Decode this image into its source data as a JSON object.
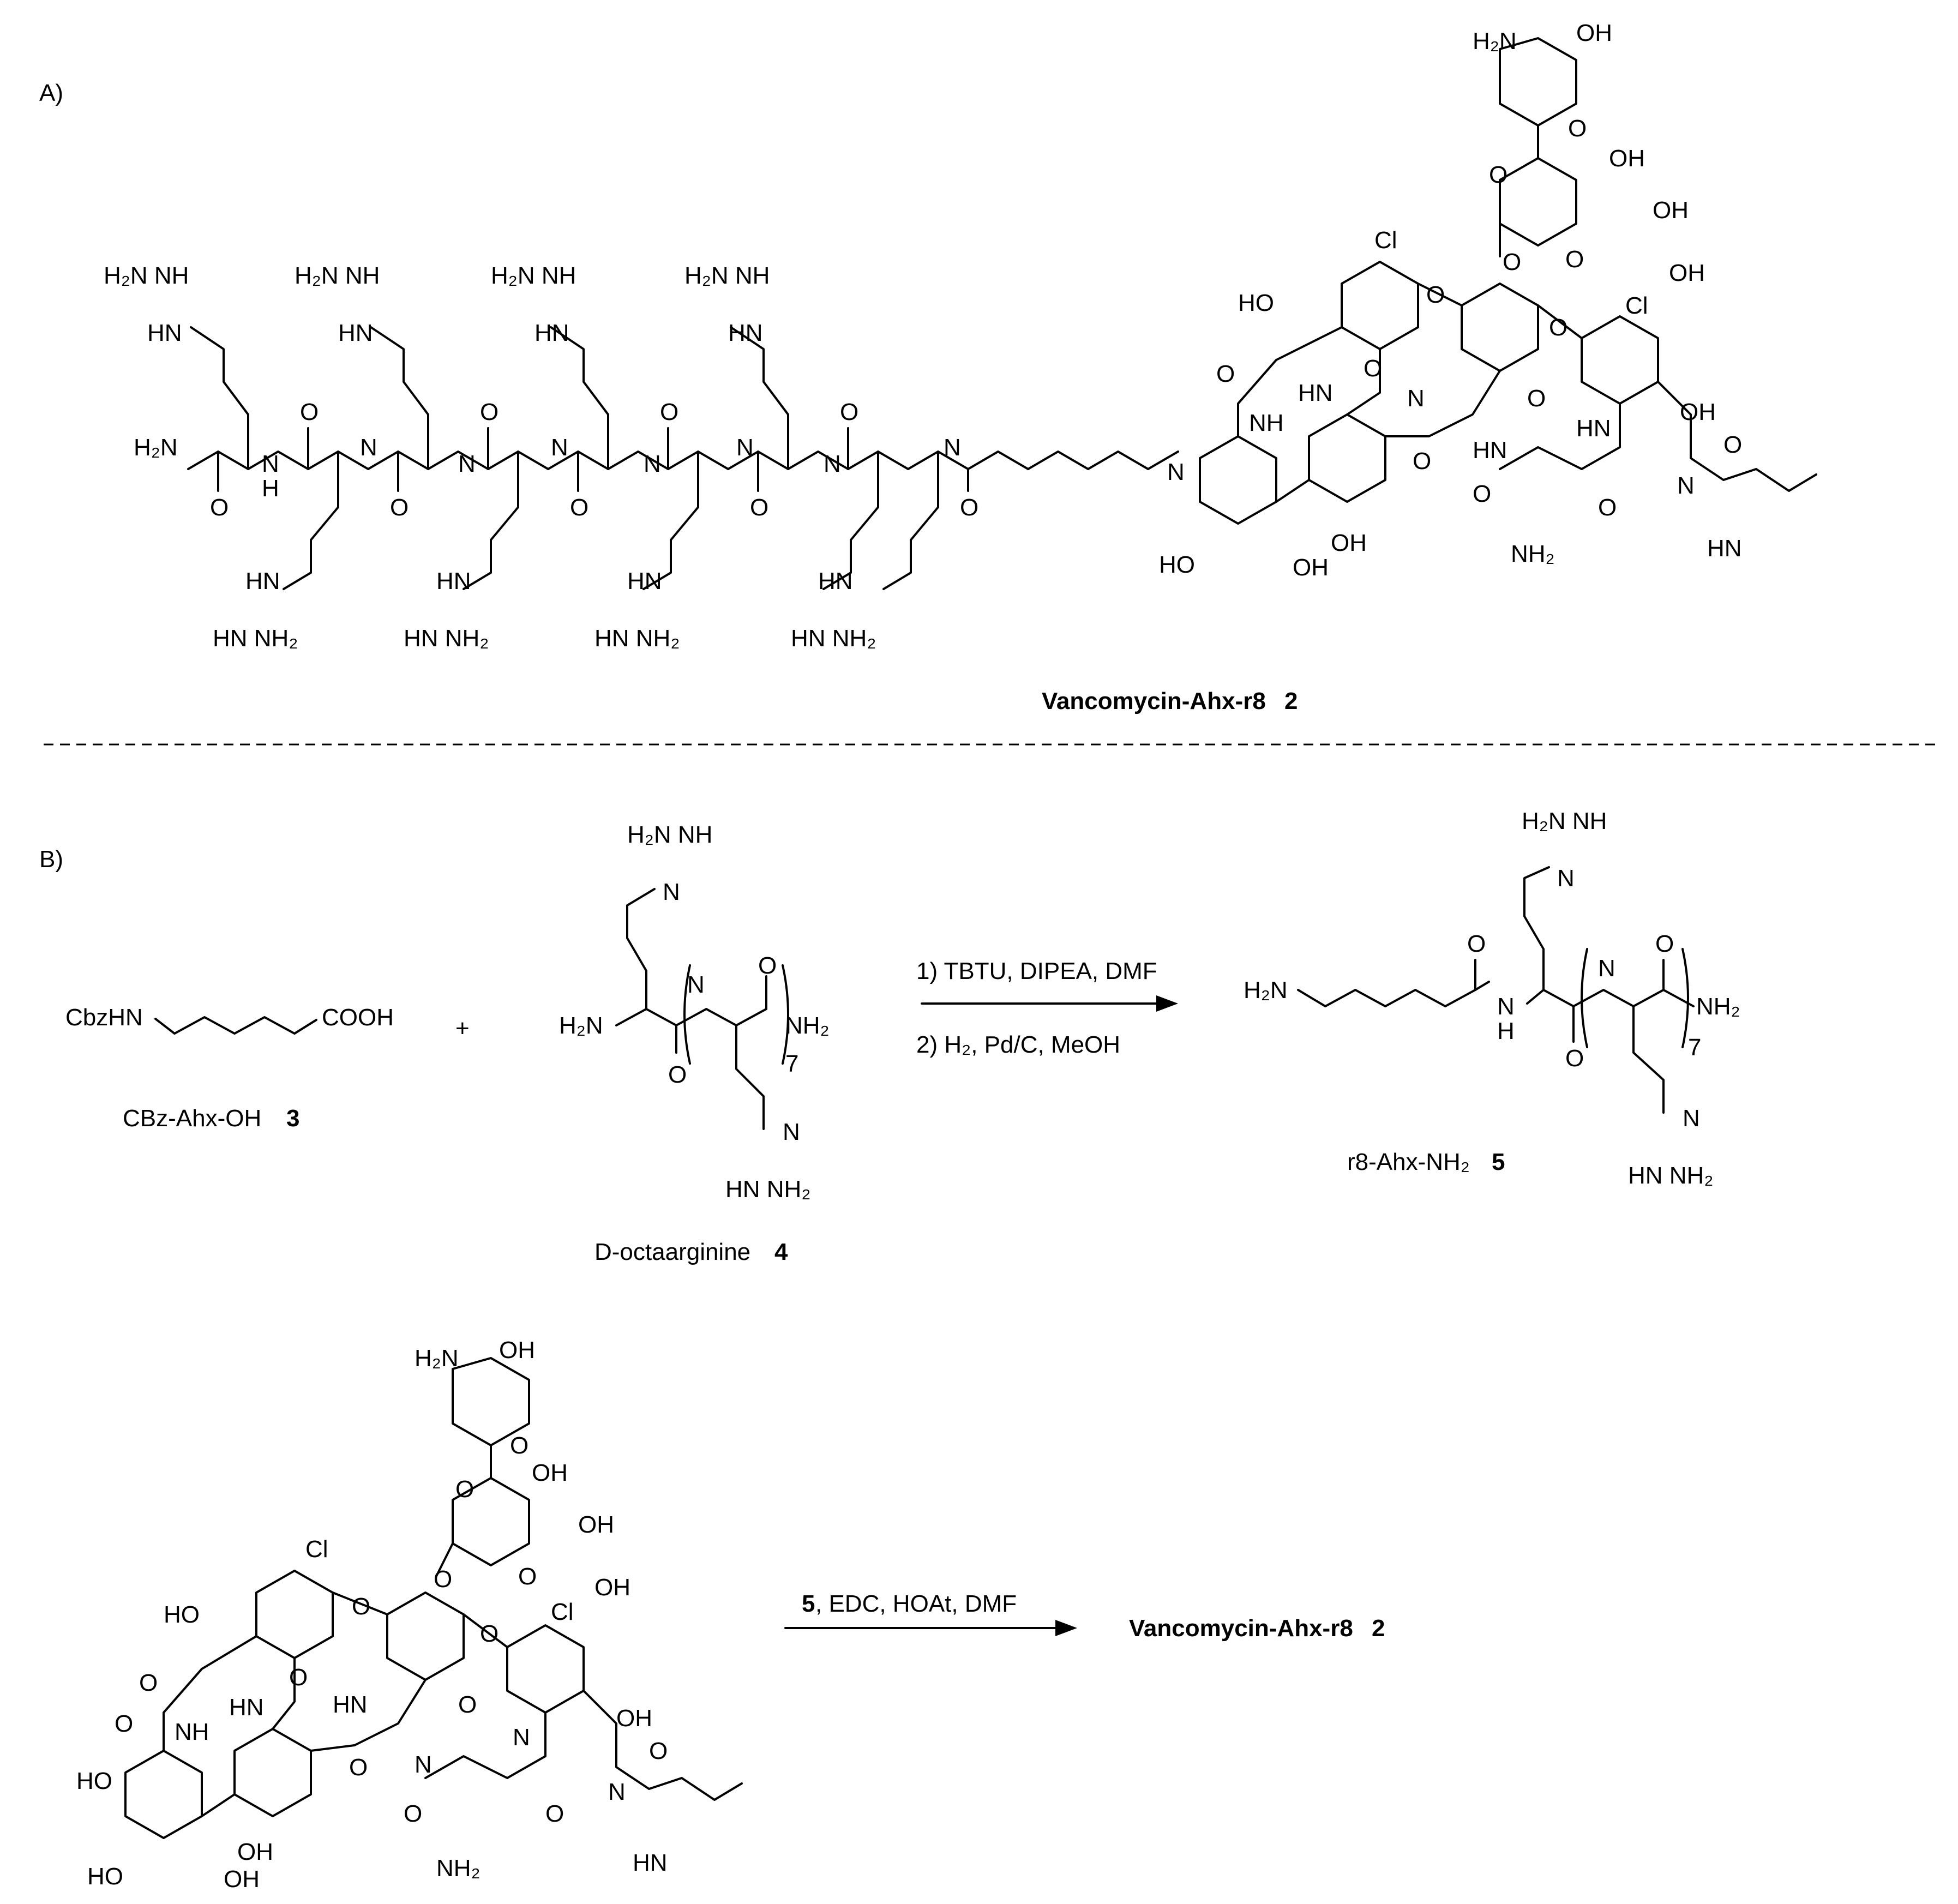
{
  "panel_a": {
    "label": "A)",
    "guanidine_top": "H₂N  NH",
    "guanidine_hn": "HN",
    "guanidine_bottom_hn": "HN",
    "guanidine_bottom": "HN   NH₂",
    "amide_terminal": "H₂N",
    "nh": "N",
    "h": "H",
    "o": "O",
    "compound_name": "Vancomycin-Ahx-r8",
    "compound_number": "2"
  },
  "vanco_labels": {
    "amine": "H₂N",
    "oh": "OH",
    "o": "O",
    "cl": "Cl",
    "ho": "HO",
    "nh": "NH",
    "hn": "HN",
    "n": "N",
    "nh2": "NH₂",
    "hn_me": "HN"
  },
  "panel_b": {
    "label": "B)",
    "reagent_3": "CbzHN",
    "cooh": "COOH",
    "caption_3": "CBz-Ahx-OH",
    "number_3": "3",
    "plus": "+",
    "caption_4": "D-octaarginine",
    "number_4": "4",
    "step1": "1) TBTU, DIPEA, DMF",
    "step2": "2) H₂, Pd/C, MeOH",
    "subscript": "7",
    "caption_5": "r8-Ahx-NH₂",
    "number_5": "5",
    "step3_number": "5",
    "step3": ", EDC, HOAt, DMF",
    "product_name": "Vancomycin-Ahx-r8",
    "product_number": "2"
  }
}
